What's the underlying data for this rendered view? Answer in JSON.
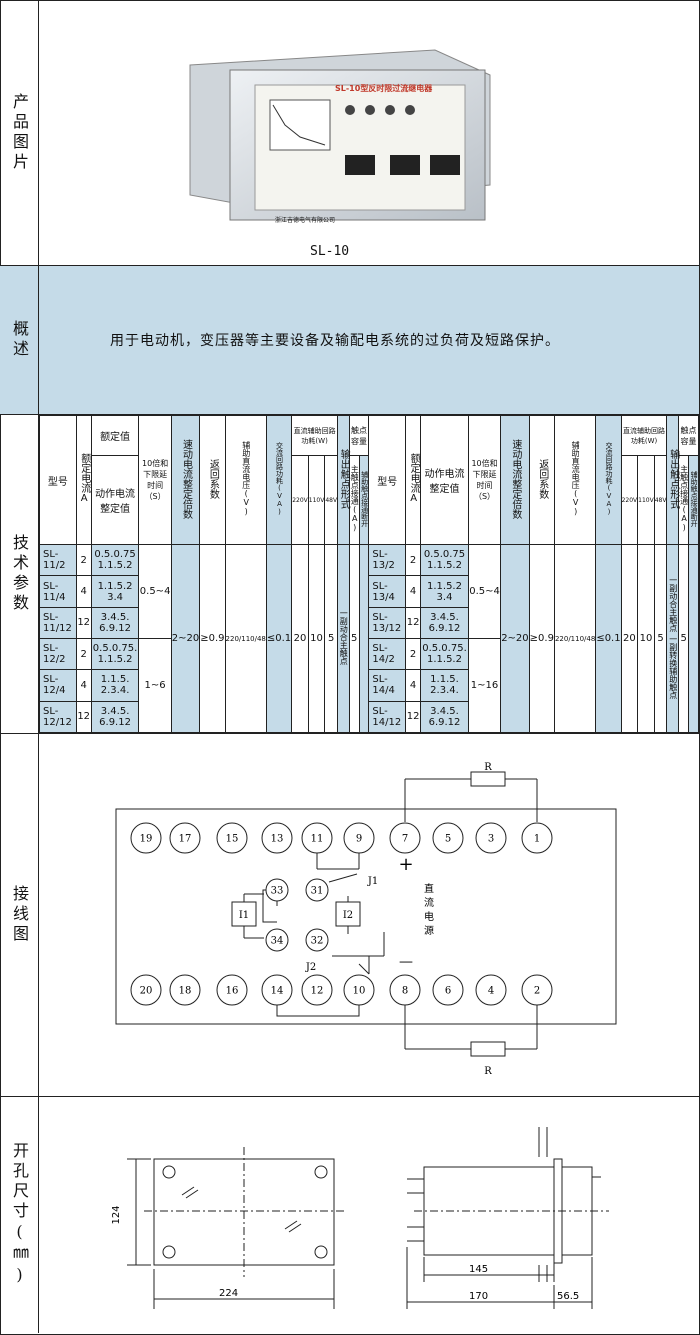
{
  "sections": {
    "photo": "产品图片",
    "overview": "概述",
    "tech": "技术参数",
    "wiring": "接线图",
    "cutout": "开孔尺寸(㎜)"
  },
  "product": {
    "model_caption": "SL-10",
    "device_title": "SL-10型反时限过流继电器",
    "device_maker": "浙江吉德电气有限公司"
  },
  "overview_text": "用于电动机，变压器等主要设备及输配电系统的过负荷及短路保护。",
  "table": {
    "headers": {
      "model": "型号",
      "rated_current": "额定电流A",
      "rated_value": "额定值",
      "action_current": "动作电流整定值",
      "delay": "10倍和下限延时间（S）",
      "quick_break": "速动电流整定倍数",
      "return_coef": "返回系数",
      "aux_voltage": "辅助直流电压(V)",
      "ac_power": "交流回路功耗(VA)",
      "dc_power": "直流辅助回路功耗(W)",
      "output_form": "输出触点形式",
      "contact_capacity": "触点容量",
      "main_contact": "主触点接通(A)",
      "aux_contact": "辅助触点接通断开",
      "v220": "220V",
      "v110": "110V",
      "v48": "48V"
    },
    "left_rows": [
      {
        "model": "SL-11/2",
        "rated": "2",
        "setting": "0.5.0.75 1.1.5.2"
      },
      {
        "model": "SL-11/4",
        "rated": "4",
        "setting": "1.1.5.2 3.4"
      },
      {
        "model": "SL-11/12",
        "rated": "12",
        "setting": "3.4.5. 6.9.12"
      },
      {
        "model": "SL-12/2",
        "rated": "2",
        "setting": "0.5.0.75. 1.1.5.2"
      },
      {
        "model": "SL-12/4",
        "rated": "4",
        "setting": "1.1.5. 2.3.4."
      },
      {
        "model": "SL-12/12",
        "rated": "12",
        "setting": "3.4.5. 6.9.12"
      }
    ],
    "right_rows": [
      {
        "model": "SL-13/2",
        "rated": "2",
        "setting": "0.5.0.75 1.1.5.2"
      },
      {
        "model": "SL-13/4",
        "rated": "4",
        "setting": "1.1.5.2 3.4"
      },
      {
        "model": "SL-13/12",
        "rated": "12",
        "setting": "3.4.5. 6.9.12"
      },
      {
        "model": "SL-14/2",
        "rated": "2",
        "setting": "0.5.0.75. 1.1.5.2"
      },
      {
        "model": "SL-14/4",
        "rated": "4",
        "setting": "1.1.5. 2.3.4."
      },
      {
        "model": "SL-14/12",
        "rated": "12",
        "setting": "3.4.5. 6.9.12"
      }
    ],
    "left_delay_a": "0.5~4",
    "left_delay_b": "1~6",
    "right_delay_a": "0.5~4",
    "right_delay_b": "1~16",
    "quick": "2~20",
    "ret": "≥0.9",
    "aux_v": "220/110/48",
    "ac_pw": "≤0.1",
    "p220": "20",
    "p110": "10",
    "p48": "5",
    "left_output": "一副动合主触点",
    "right_output_a": "一副动合主触点",
    "right_output_b": "一副转换辅助触点",
    "main_a": "5",
    "right_main_a": "5"
  },
  "wiring": {
    "top_terminals": [
      "19",
      "17",
      "15",
      "13",
      "11",
      "9",
      "7",
      "5",
      "3",
      "1"
    ],
    "bottom_terminals": [
      "20",
      "18",
      "16",
      "14",
      "12",
      "10",
      "8",
      "6",
      "4",
      "2"
    ],
    "inner": [
      "33",
      "31",
      "34",
      "32"
    ],
    "coils": [
      "I1",
      "I2"
    ],
    "j1": "J1",
    "j2": "J2",
    "r_top": "R",
    "r_bottom": "R",
    "plus": "+",
    "minus": "—",
    "dc_label": "直流电源"
  },
  "dims": {
    "height": "124",
    "width": "224",
    "depth1": "145",
    "depth2": "170",
    "depth3": "56.5"
  }
}
